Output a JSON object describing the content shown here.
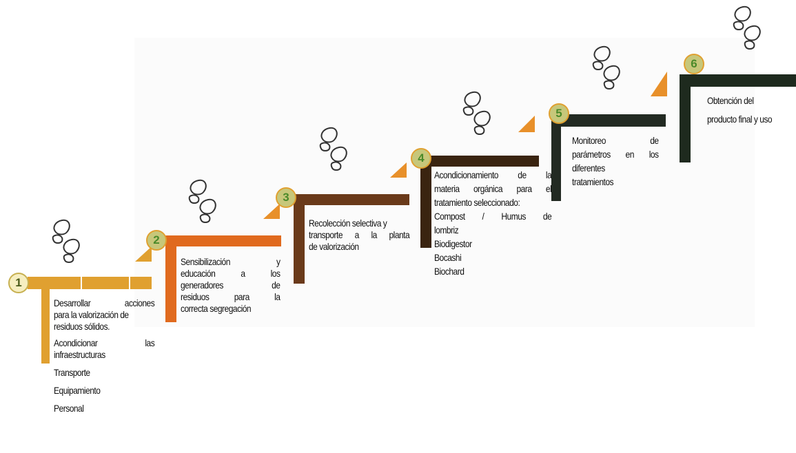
{
  "colors": {
    "step1": "#e0a030",
    "step2": "#e06a1e",
    "step3": "#6a3a1a",
    "step4": "#3a2410",
    "step5": "#222a22",
    "step6": "#1e2a1e",
    "circle_fill": "#c7c77a",
    "number_text": "#4a8a2a"
  },
  "steps": [
    {
      "number": "1",
      "lines": [
        "Desarrollar acciones",
        "para la valorización de",
        "residuos sólidos.",
        "Acondicionar las",
        "infraestructuras",
        "Transporte",
        "Equipamiento",
        "Personal"
      ]
    },
    {
      "number": "2",
      "lines": [
        "Sensibilización y",
        "educación a los",
        "generadores de",
        "residuos para la",
        "correcta segregación"
      ]
    },
    {
      "number": "3",
      "lines": [
        "Recolección selectiva y",
        "transporte a la planta",
        "de valorización"
      ]
    },
    {
      "number": "4",
      "lines": [
        "Acondicionamiento de la",
        "materia orgánica para el",
        "tratamiento seleccionado:",
        "Compost / Humus de",
        "lombriz",
        "Biodigestor",
        "Bocashi",
        "Biochard"
      ]
    },
    {
      "number": "5",
      "lines": [
        "Monitoreo de",
        "parámetros en los",
        "diferentes",
        "tratamientos"
      ]
    },
    {
      "number": "6",
      "lines": [
        "Obtención del",
        "producto final y uso"
      ]
    }
  ],
  "icons": {
    "footprints": "footprints-icon"
  }
}
